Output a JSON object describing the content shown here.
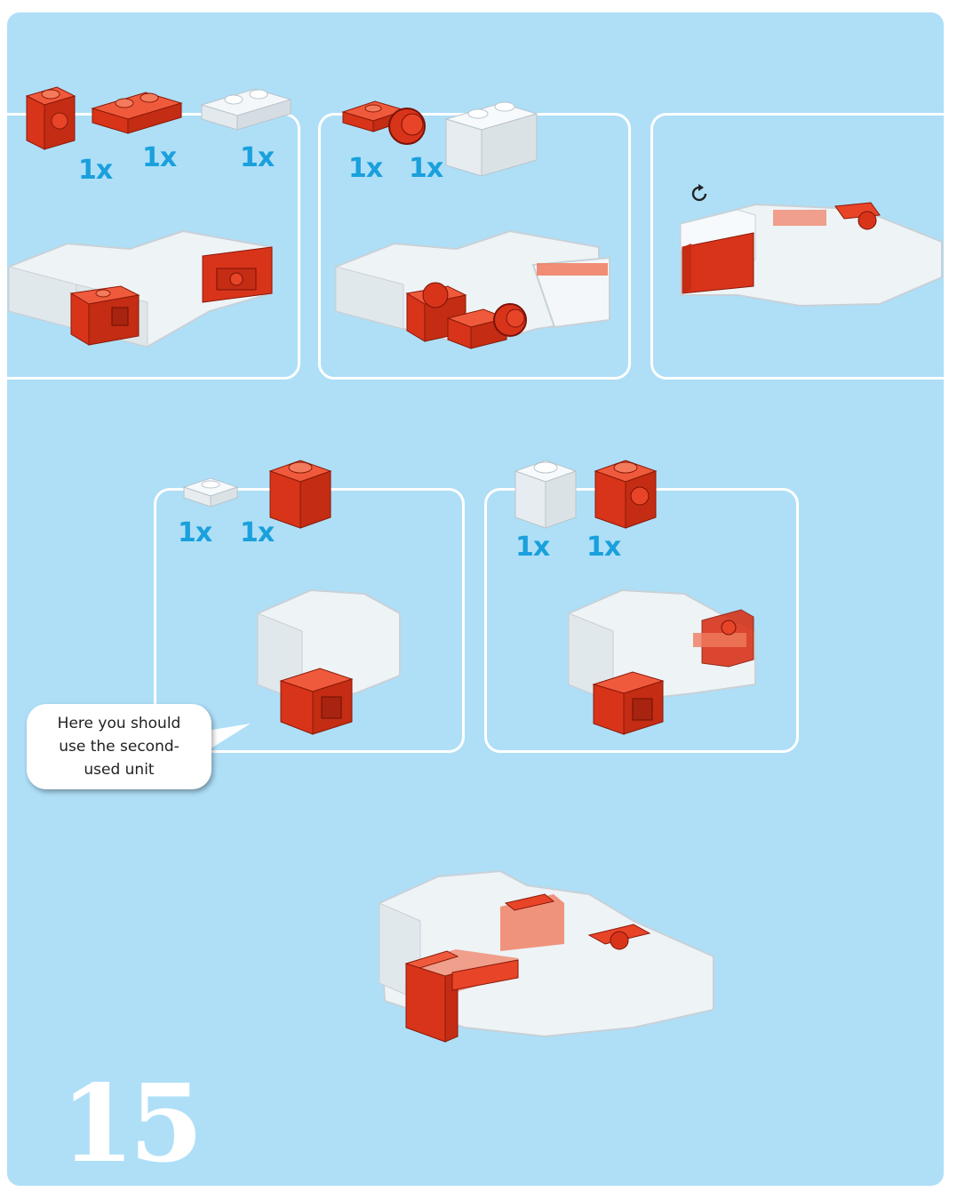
{
  "panels": [
    {
      "id": "panel-1",
      "quantities": [
        "1x",
        "1x",
        "1x"
      ]
    },
    {
      "id": "panel-2",
      "quantities": [
        "1x",
        "1x"
      ]
    },
    {
      "id": "panel-3",
      "quantities": []
    },
    {
      "id": "panel-4",
      "quantities": [
        "1x",
        "1x"
      ]
    },
    {
      "id": "panel-5",
      "quantities": [
        "1x",
        "1x"
      ]
    }
  ],
  "callout": {
    "text": "Here you should\nuse the second-\nused unit"
  },
  "step_number": "15",
  "icons": {
    "rotate": "rotate-arrow-icon"
  },
  "colors": {
    "background": "#aedff7",
    "quantity_text": "#1aa0dc",
    "red_brick": "#e8391f",
    "clear_brick": "#eef2f5"
  }
}
